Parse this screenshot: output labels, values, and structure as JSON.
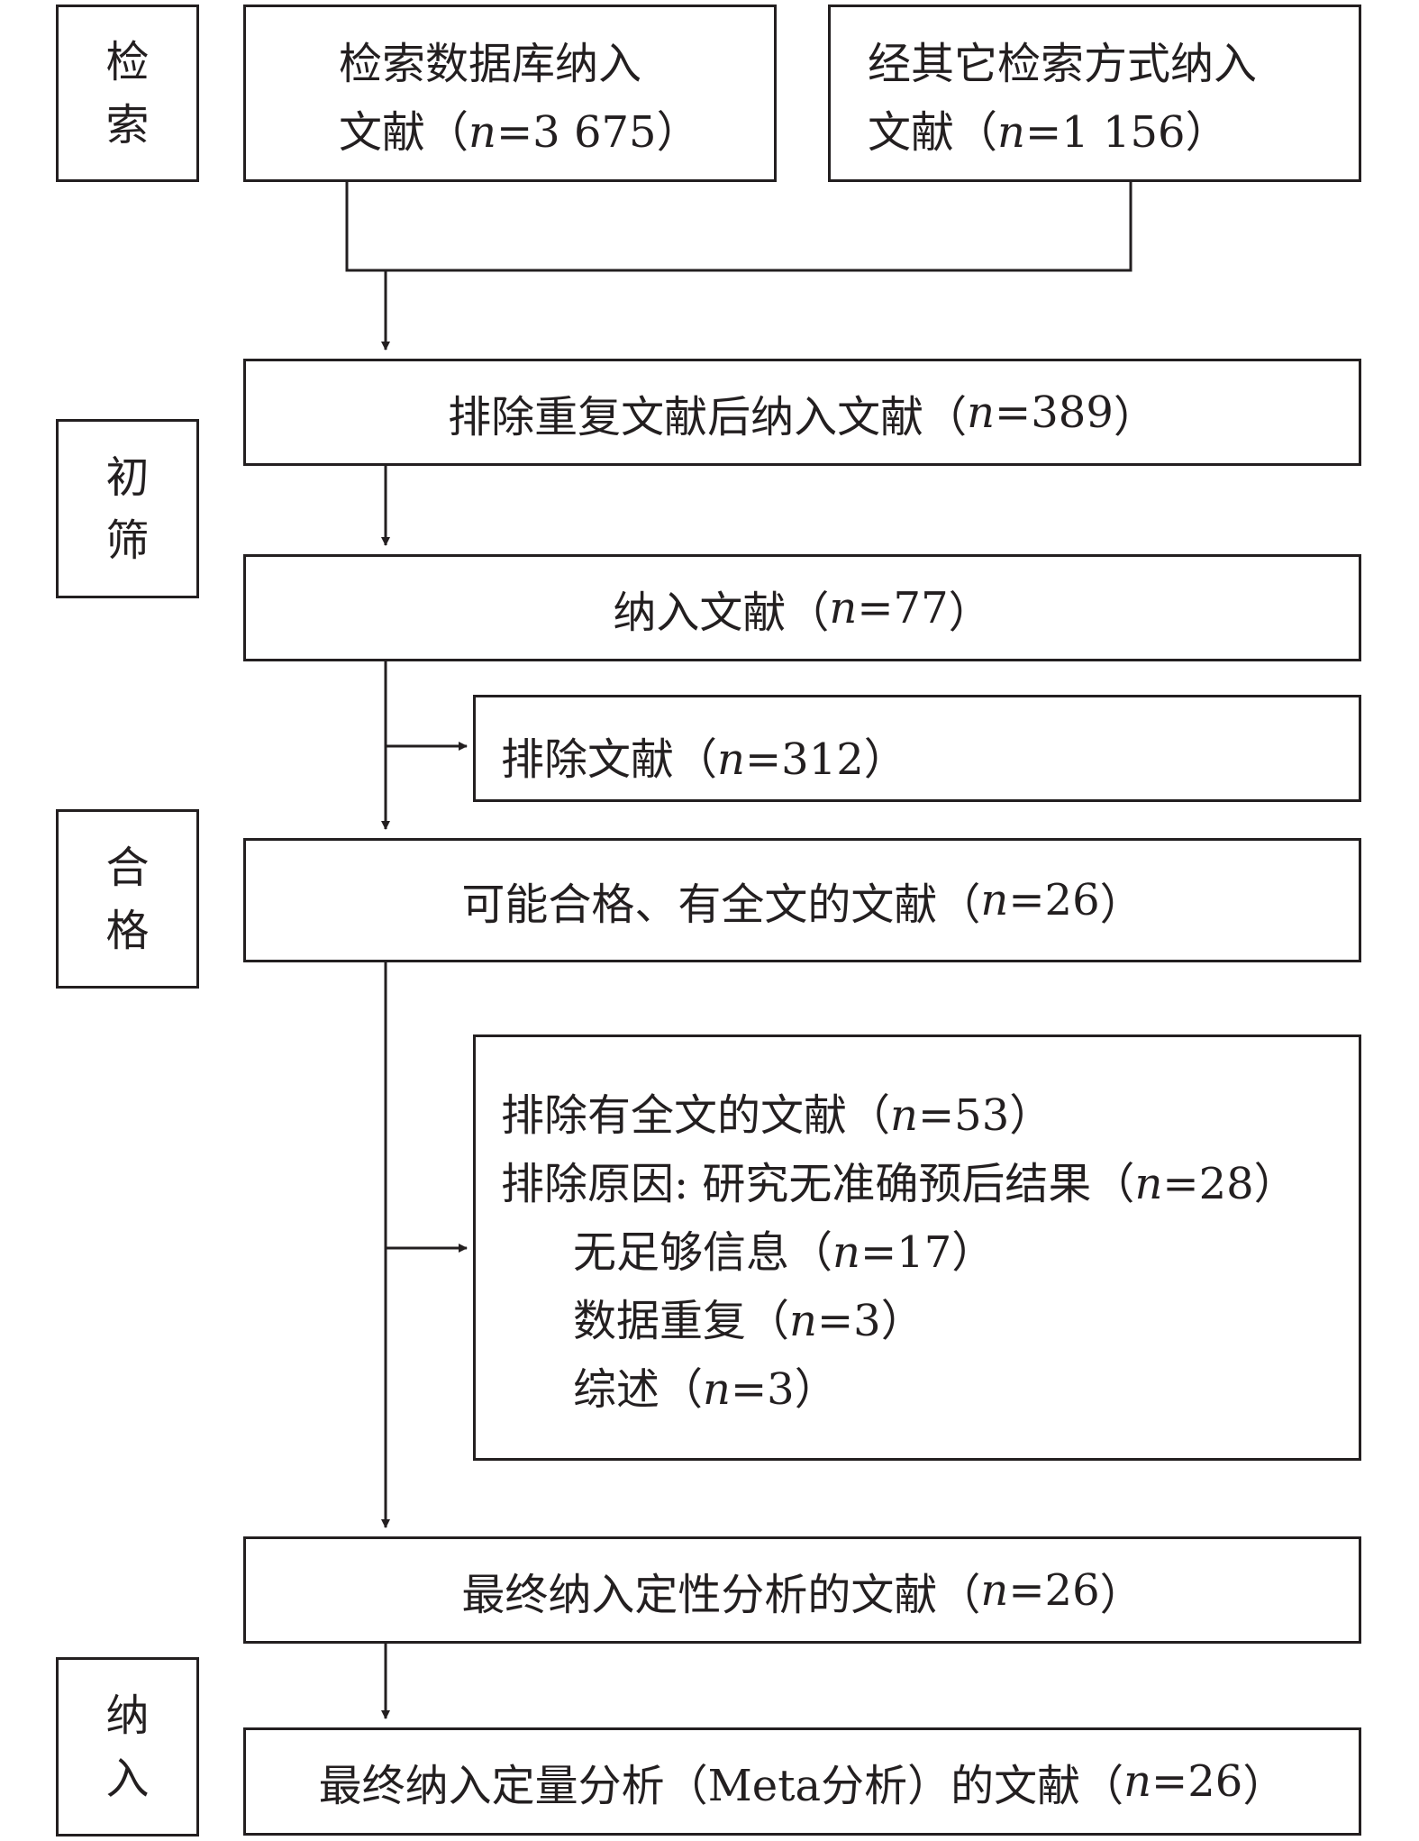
{
  "stages": {
    "search": [
      "检",
      "索"
    ],
    "screening": [
      "初",
      "筛"
    ],
    "eligibility": [
      "合",
      "格"
    ],
    "included": [
      "纳",
      "入"
    ]
  },
  "boxes": {
    "database": {
      "line1": "检索数据库纳入",
      "line2_prefix": "文献（",
      "n_label": "n",
      "n_value": "=3 675",
      "suffix": "）"
    },
    "other_sources": {
      "line1": "经其它检索方式纳入",
      "line2_prefix": "文献（",
      "n_label": "n",
      "n_value": "=1 156",
      "suffix": "）"
    },
    "after_duplicates": {
      "prefix": "排除重复文献后纳入文献（",
      "n_label": "n",
      "n_value": "=389",
      "suffix": "）"
    },
    "screened_included": {
      "prefix": "纳入文献（",
      "n_label": "n",
      "n_value": "=77",
      "suffix": "）"
    },
    "screened_excluded": {
      "prefix": "排除文献（",
      "n_label": "n",
      "n_value": "=312",
      "suffix": "）"
    },
    "full_text": {
      "prefix": "可能合格、有全文的文献（",
      "n_label": "n",
      "n_value": "=26",
      "suffix": "）"
    },
    "fulltext_excluded": {
      "lines": [
        {
          "prefix": "排除有全文的文献（",
          "n_label": "n",
          "n_value": "=53",
          "suffix": "）"
        },
        {
          "prefix": "排除原因: 研究无准确预后结果（",
          "n_label": "n",
          "n_value": "=28",
          "suffix": "）"
        },
        {
          "prefix": "无足够信息（",
          "n_label": "n",
          "n_value": "=17",
          "suffix": "）"
        },
        {
          "prefix": "数据重复（",
          "n_label": "n",
          "n_value": "=3",
          "suffix": "）"
        },
        {
          "prefix": "综述（",
          "n_label": "n",
          "n_value": "=3",
          "suffix": "）"
        }
      ]
    },
    "qualitative": {
      "prefix": "最终纳入定性分析的文献（",
      "n_label": "n",
      "n_value": "=26",
      "suffix": "）"
    },
    "quantitative": {
      "prefix": "最终纳入定量分析（Meta分析）的文献（",
      "n_label": "n",
      "n_value": "=26",
      "suffix": "）"
    }
  }
}
